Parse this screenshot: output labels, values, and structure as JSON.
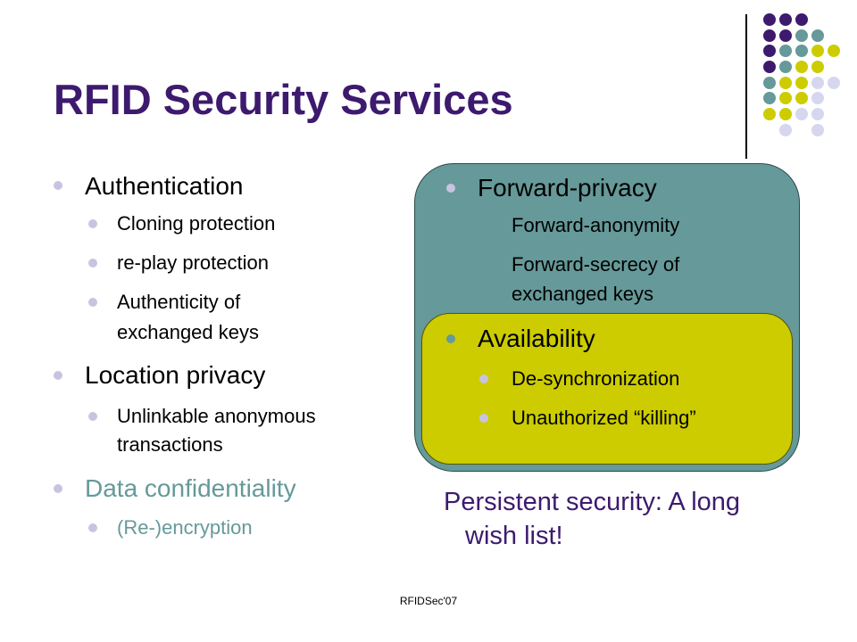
{
  "slide": {
    "title": "RFID Security Services",
    "footer": "RFIDSec'07"
  },
  "left_list": {
    "authentication": {
      "label": "Authentication",
      "items": [
        "Cloning protection",
        "re-play protection",
        "Authenticity of",
        "exchanged keys"
      ]
    },
    "location_privacy": {
      "label": "Location privacy",
      "items": [
        "Unlinkable anonymous",
        "transactions"
      ]
    },
    "data_confidentiality": {
      "label": "Data confidentiality",
      "items": [
        "(Re-)encryption"
      ]
    }
  },
  "right_box": {
    "forward_privacy": {
      "label": "Forward-privacy",
      "items": [
        "Forward-anonymity",
        "Forward-secrecy of",
        "exchanged keys"
      ]
    },
    "availability": {
      "label": "Availability",
      "items": [
        "De-synchronization",
        "Unauthorized “killing”"
      ]
    }
  },
  "persistent": {
    "line1": "Persistent security: A long",
    "line2": "wish list!"
  },
  "colors": {
    "title": "#3d1a6e",
    "teal": "#669999",
    "yellow": "#cccc00",
    "lilac": "#c9c3e2",
    "dots": [
      "#3d1a6e",
      "#669999",
      "#cccc00",
      "#d6d6ee"
    ]
  }
}
